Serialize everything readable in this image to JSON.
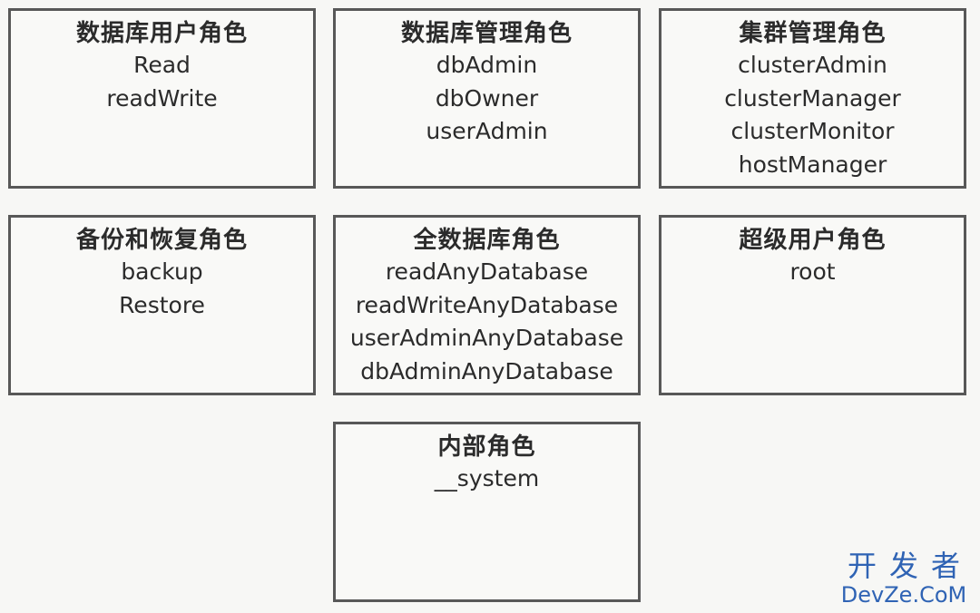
{
  "boxes": [
    {
      "title": "数据库用户角色",
      "roles": [
        "Read",
        "readWrite"
      ]
    },
    {
      "title": "数据库管理角色",
      "roles": [
        "dbAdmin",
        "dbOwner",
        "userAdmin"
      ]
    },
    {
      "title": "集群管理角色",
      "roles": [
        "clusterAdmin",
        "clusterManager",
        "clusterMonitor",
        "hostManager"
      ]
    },
    {
      "title": "备份和恢复角色",
      "roles": [
        "backup",
        "Restore"
      ]
    },
    {
      "title": "全数据库角色",
      "roles": [
        "readAnyDatabase",
        "readWriteAnyDatabase",
        "userAdminAnyDatabase",
        "dbAdminAnyDatabase"
      ]
    },
    {
      "title": "超级用户角色",
      "roles": [
        "root"
      ]
    },
    {
      "title": "内部角色",
      "roles": [
        "__system"
      ]
    }
  ],
  "watermark": {
    "line1": "开发者",
    "line2": "DevZe.CoM",
    "color": "#2f63b4"
  }
}
